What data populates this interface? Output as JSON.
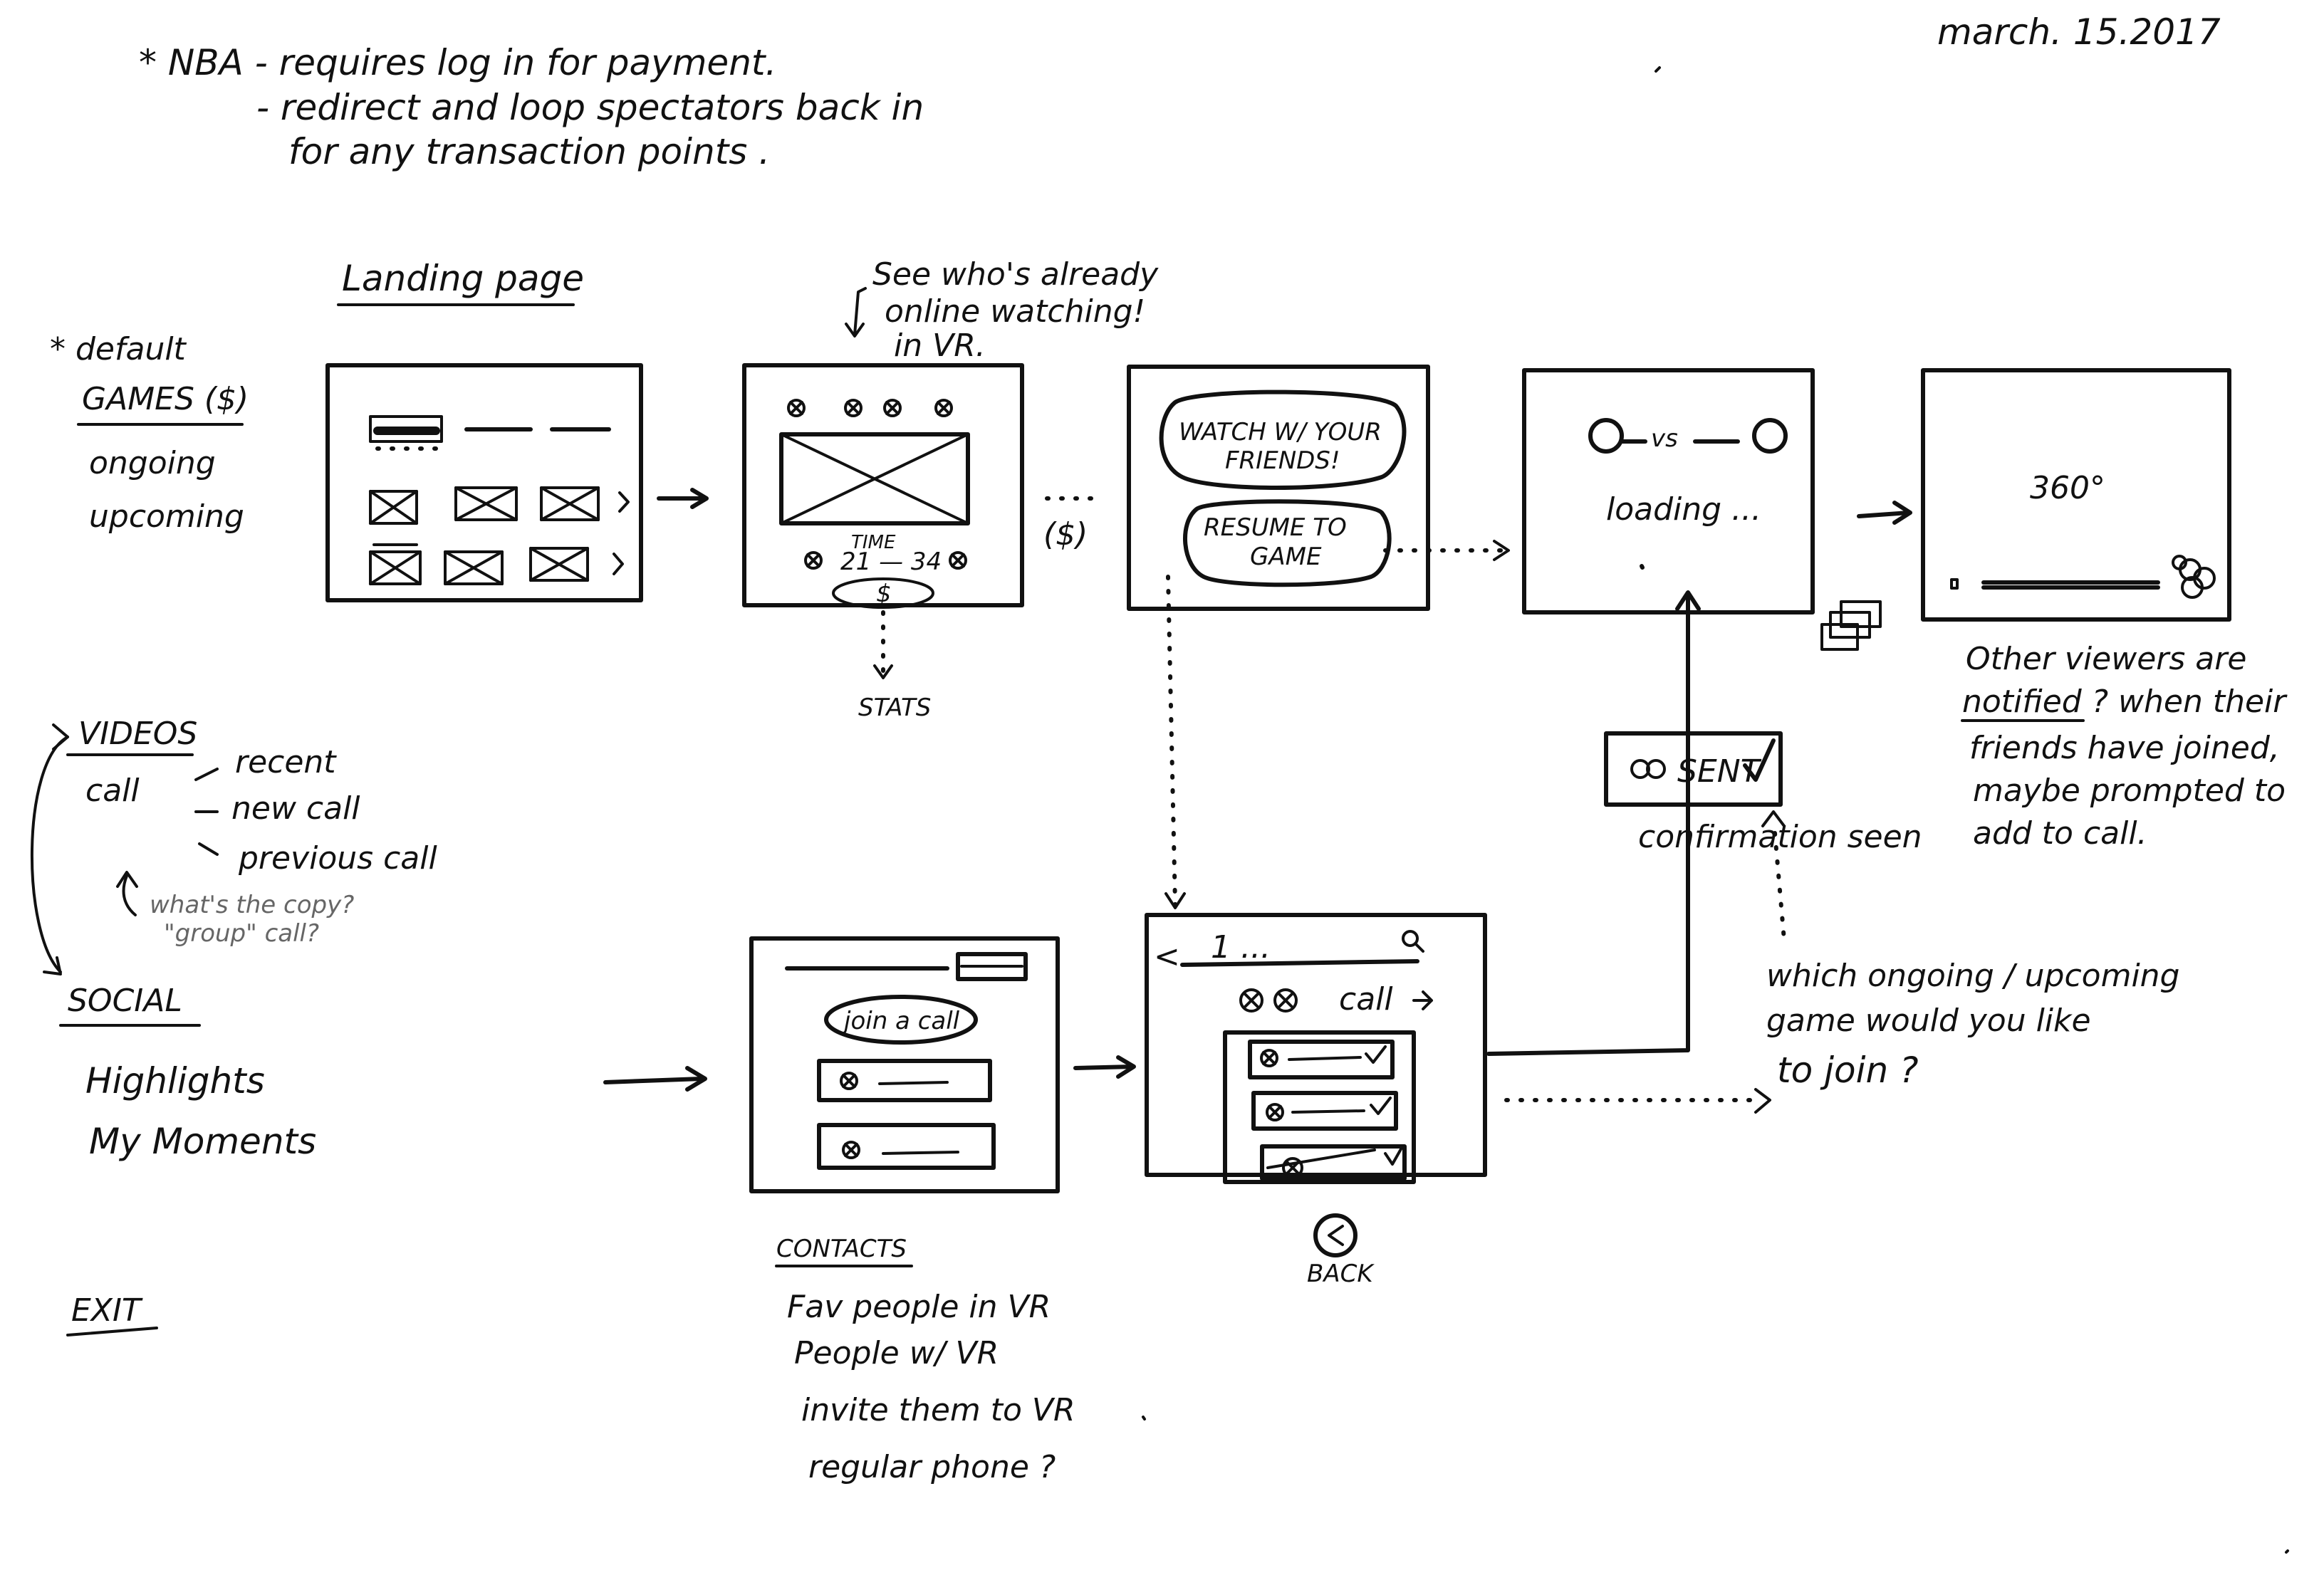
{
  "date": "march. 15.2017",
  "header_note": {
    "line1": "* NBA - requires log in for payment.",
    "line2": "- redirect and loop spectators back in",
    "line3": "for any transaction points ."
  },
  "menu": {
    "default_marker": "* default",
    "games": {
      "title": "GAMES ($)",
      "items": [
        "ongoing",
        "upcoming"
      ]
    },
    "videos": {
      "title": "VIDEOS",
      "item": "call",
      "sub_items": [
        "recent",
        "new call",
        "previous call"
      ],
      "question": [
        "what's the copy?",
        "\"group\" call?"
      ]
    },
    "social": {
      "title": "SOCIAL",
      "items": [
        "Highlights",
        "My Moments"
      ]
    },
    "exit": "EXIT"
  },
  "landing_label": "Landing page",
  "game_screen": {
    "note": [
      "See who's already",
      "online watching!",
      "in VR."
    ],
    "time_label": "TIME",
    "score": "21 — 34",
    "pay_symbol": "$",
    "stats_label": "STATS"
  },
  "dollar_badge": "($)",
  "watch_screen": {
    "watch_button": [
      "WATCH W/ YOUR",
      "FRIENDS!"
    ],
    "resume_button": [
      "RESUME TO",
      "GAME"
    ]
  },
  "loading_screen": {
    "vs": "vs",
    "loading": "loading ..."
  },
  "view_360": {
    "label": "360°",
    "note": [
      "Other viewers are",
      "notified ? when their",
      "friends have joined,",
      "maybe prompted to",
      "add to call."
    ]
  },
  "sent_box": {
    "label": "SENT",
    "confirmation": "confirmation seen"
  },
  "question_note": [
    "which ongoing / upcoming",
    "game would you like",
    "to join ?"
  ],
  "contacts_screen": {
    "join_button": "join a call",
    "label": "CONTACTS",
    "items": [
      "Fav people in VR",
      "People w/ VR",
      "invite them to VR",
      "regular phone ?"
    ]
  },
  "call_screen": {
    "back_arrow": "<",
    "search_text": "1 ...",
    "call_label": "call",
    "back_label": "BACK"
  }
}
